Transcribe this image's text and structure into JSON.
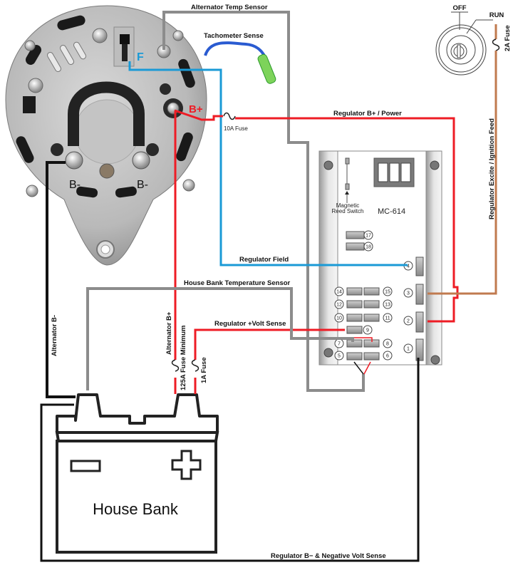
{
  "title": "Alternator / MC-614 Regulator Wiring Diagram",
  "alternator": {
    "terminal_f": "F",
    "terminal_bplus": "B+",
    "terminal_bminus_left": "B-",
    "terminal_bminus_right": "B-"
  },
  "regulator": {
    "model": "MC-614",
    "reed_switch_line1": "Magnetic",
    "reed_switch_line2": "Reed Switch",
    "terminals": [
      "1",
      "2",
      "3",
      "4",
      "5",
      "6",
      "7",
      "8",
      "9",
      "10",
      "11",
      "12",
      "13",
      "14",
      "15",
      "17",
      "18"
    ]
  },
  "ignition_switch": {
    "off_label": "OFF",
    "run_label": "RUN"
  },
  "battery": {
    "label": "House Bank"
  },
  "wires": {
    "alt_temp_sensor": "Alternator Temp Sensor",
    "tach_sense": "Tachometer Sense",
    "reg_power": "Regulator B+ / Power",
    "fuse_10a": "10A Fuse",
    "reg_field": "Regulator Field",
    "house_temp": "House Bank Temperature Sensor",
    "reg_volt_sense": "Regulator +Volt Sense",
    "alt_bplus": "Alternator B+",
    "fuse_125a": "125A Fuse Minimum",
    "fuse_1a": "1A Fuse",
    "alt_bminus": "Alternator B-",
    "excite_feed": "Regulator Excite / Ignition Feed",
    "fuse_2a": "2A Fuse",
    "neg_sense": "Regulator B− & Negative Volt Sense"
  },
  "colors": {
    "red": "#ee1c25",
    "blue": "#1a9ad6",
    "gray": "#8c8c8c",
    "black": "#111111",
    "brown": "#c07a4f"
  }
}
